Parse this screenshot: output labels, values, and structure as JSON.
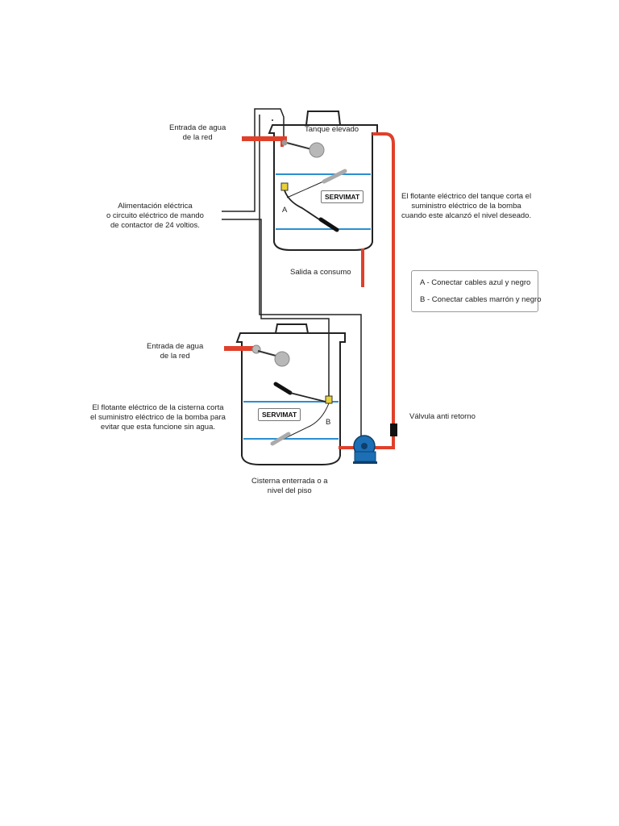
{
  "labels": {
    "upper_inlet": "Entrada de agua\nde la red",
    "upper_tank": "Tanque elevado",
    "power": "Alimentación eléctrica\no circuito eléctrico de mando\nde contactor de 24 voltios.",
    "upper_float_note": "El flotante eléctrico del tanque corta el\nsuministro eléctrico de la bomba\ncuando este alcanzó el nivel deseado.",
    "outlet": "Salida a consumo",
    "lower_inlet": "Entrada de agua\nde la red",
    "lower_float_note": "El flotante eléctrico de la cisterna corta\nel suministro eléctrico de la bomba para\nevitar que esta funcione sin agua.",
    "check_valve": "Válvula anti retorno",
    "cistern": "Cisterna enterrada o a\nnivel del piso",
    "upper_switch_letter": "A",
    "lower_switch_letter": "B",
    "upper_brand": "SERVIMAT",
    "lower_brand": "SERVIMAT"
  },
  "legend": {
    "item_a": "A - Conectar cables azul y negro",
    "item_b": "B - Conectar cables marrón y negro"
  },
  "colors": {
    "pipe": "#e0402a",
    "water_level": "#2a8fd0",
    "outline": "#222222",
    "pump": "#1c6fb5"
  }
}
